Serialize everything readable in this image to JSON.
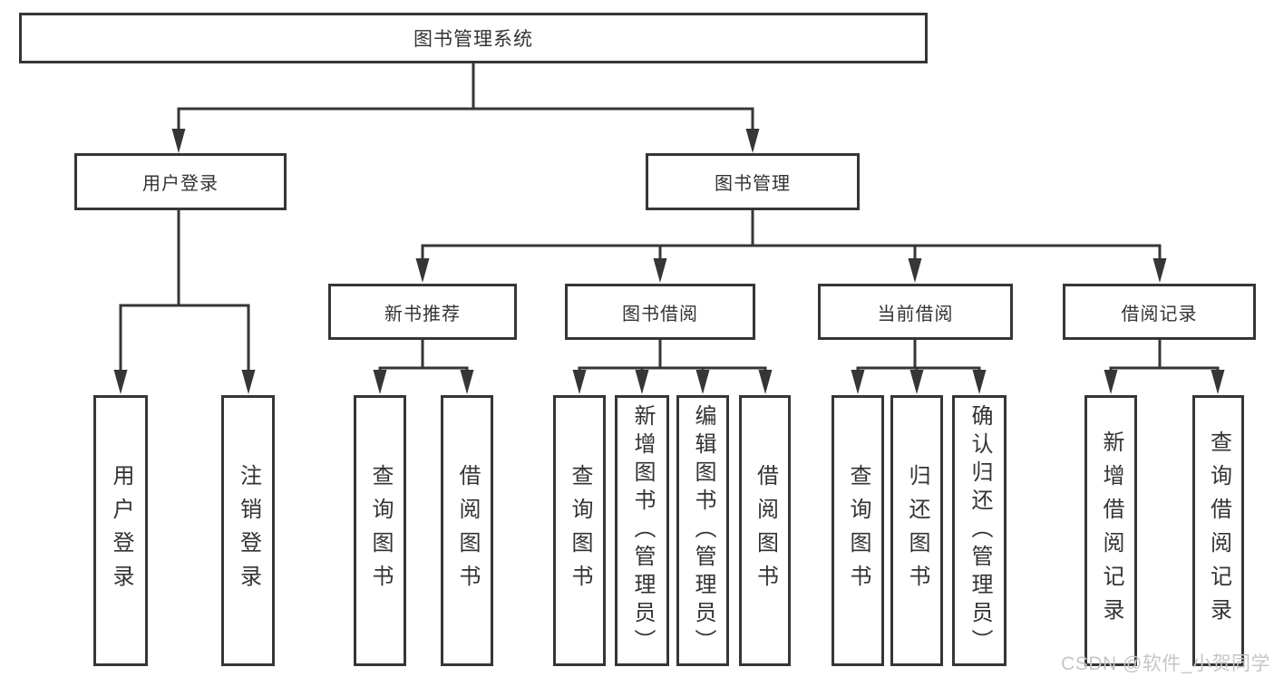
{
  "diagram": {
    "watermark": "CSDN @软件_小贺同学",
    "colors": {
      "line": "#363636",
      "border": "#363636",
      "text": "#333333",
      "watermark": "#c6c6c6",
      "background": "#ffffff"
    },
    "tree": {
      "root": {
        "label": "图书管理系统",
        "children": [
          {
            "label": "用户登录",
            "children": [
              {
                "label": "用户登录"
              },
              {
                "label": "注销登录"
              }
            ]
          },
          {
            "label": "图书管理",
            "children": [
              {
                "label": "新书推荐",
                "children": [
                  {
                    "label": "查询图书"
                  },
                  {
                    "label": "借阅图书"
                  }
                ]
              },
              {
                "label": "图书借阅",
                "children": [
                  {
                    "label": "查询图书"
                  },
                  {
                    "label": "新增图书（管理员）"
                  },
                  {
                    "label": "编辑图书（管理员）"
                  },
                  {
                    "label": "借阅图书"
                  }
                ]
              },
              {
                "label": "当前借阅",
                "children": [
                  {
                    "label": "查询图书"
                  },
                  {
                    "label": "归还图书"
                  },
                  {
                    "label": "确认归还（管理员）"
                  }
                ]
              },
              {
                "label": "借阅记录",
                "children": [
                  {
                    "label": "新增借阅记录"
                  },
                  {
                    "label": "查询借阅记录"
                  }
                ]
              }
            ]
          }
        ]
      }
    }
  }
}
